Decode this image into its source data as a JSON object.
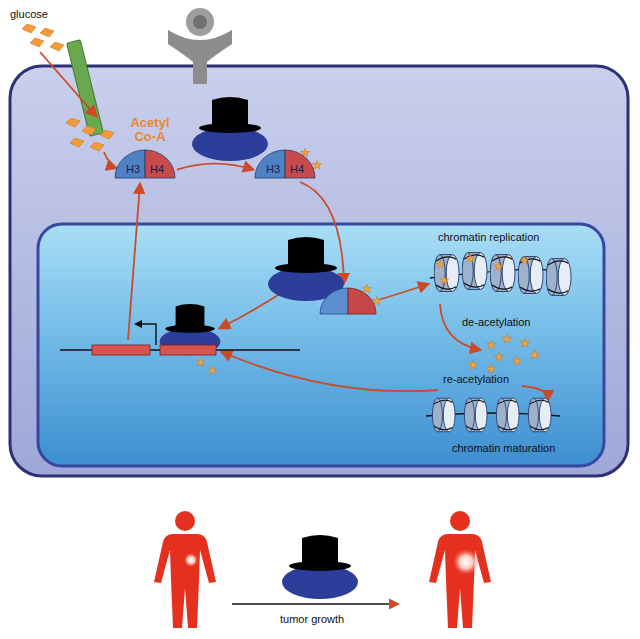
{
  "diagram": {
    "nodes": [
      {
        "text": [
          "H3"
        ]
      },
      {
        "text": [
          "H4"
        ]
      },
      {
        "text": [
          "H3"
        ]
      },
      {
        "text": [
          "H4"
        ]
      }
    ],
    "edges": [
      {
        "from": 1,
        "to": 2,
        "arrow": "to"
      }
    ],
    "labels": [
      "glucose",
      "Acetyl Co-A",
      "chromatin replication",
      "de-acetylation",
      "re-acetylation",
      "chromatin maturation",
      "tumor growth"
    ]
  }
}
